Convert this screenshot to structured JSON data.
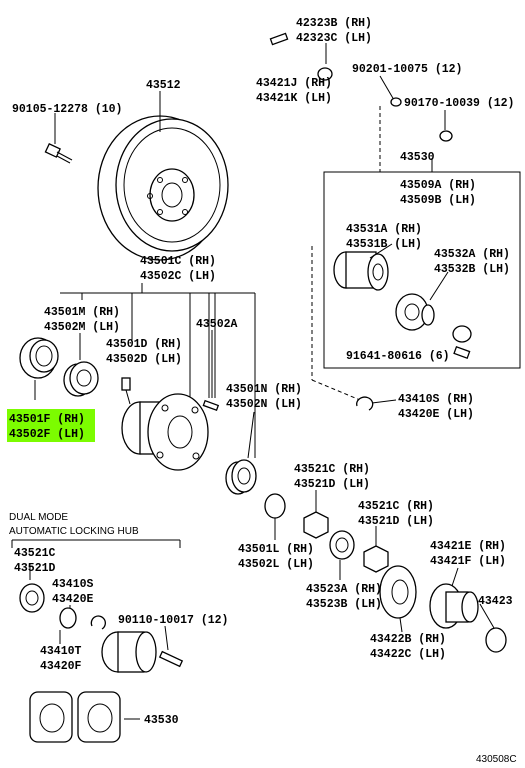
{
  "labels": {
    "p43512": "43512",
    "p90105": "90105-12278 (10)",
    "p43323b": "42323B (RH)",
    "p43323c": "42323C (LH)",
    "p43421j": "43421J (RH)",
    "p43421k": "43421K (LH)",
    "p90201": "90201-10075 (12)",
    "p90170": "90170-10039 (12)",
    "p43530a": "43530",
    "p43509a": "43509A (RH)",
    "p43509b": "43509B (LH)",
    "p43531a": "43531A (RH)",
    "p43531b": "43531B (LH)",
    "p43532a": "43532A (RH)",
    "p43532b": "43532B (LH)",
    "p91641": "91641-80616 (6)",
    "p43501c": "43501C (RH)",
    "p43502c": "43502C (LH)",
    "p43501m": "43501M (RH)",
    "p43502m": "43502M (LH)",
    "p43501d": "43501D (RH)",
    "p43502d": "43502D (LH)",
    "p43502a": "43502A",
    "p43501f": "43501F (RH)",
    "p43502f": "43502F (LH)",
    "p43501n": "43501N (RH)",
    "p43502n": "43502N (LH)",
    "p43410s_r": "43410S (RH)",
    "p43420e_r": "43420E (LH)",
    "p43521c_a": "43521C (RH)",
    "p43521d_a": "43521D (LH)",
    "p43521c_b": "43521C (RH)",
    "p43521d_b": "43521D (LH)",
    "p43501l": "43501L (RH)",
    "p43502l": "43502L (LH)",
    "p43523a": "43523A (RH)",
    "p43523b": "43523B (LH)",
    "p43421e": "43421E (RH)",
    "p43421f": "43421F (LH)",
    "p43423": "43423",
    "p43422b": "43422B (RH)",
    "p43422c": "43422C (LH)",
    "dual1": "DUAL MODE",
    "dual2": "AUTOMATIC LOCKING HUB",
    "p43521c_s": "43521C",
    "p43521d_s": "43521D",
    "p43410s_s": "43410S",
    "p43420e_s": "43420E",
    "p90110": "90110-10017 (12)",
    "p43410t": "43410T",
    "p43420f": "43420F",
    "p43530b": "43530",
    "code": "430508C"
  },
  "highlight_color": "#7CFC00"
}
